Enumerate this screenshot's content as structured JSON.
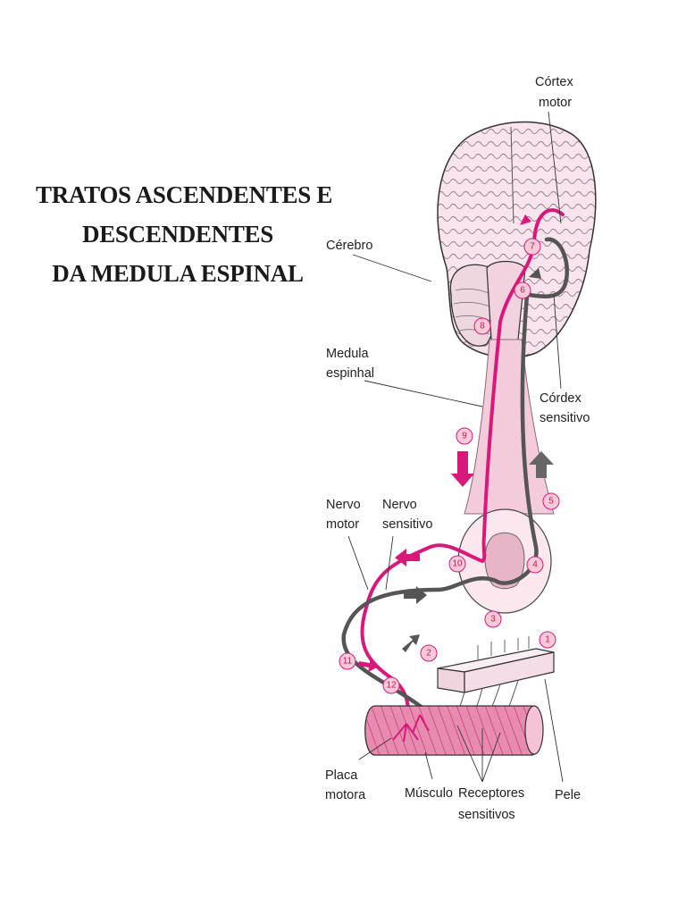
{
  "title": {
    "line1": "TRATOS ASCENDENTES E",
    "line2": "DESCENDENTES",
    "line3": "DA MEDULA ESPINAL"
  },
  "labels": {
    "cortex_motor": [
      "Córtex",
      "motor"
    ],
    "cerebro": [
      "Cérebro"
    ],
    "medula_espinhal": [
      "Medula",
      "espinhal"
    ],
    "cortex_sensitivo": [
      "Córdex",
      "sensitivo"
    ],
    "nervo_motor": [
      "Nervo",
      "motor"
    ],
    "nervo_sensitivo": [
      "Nervo",
      "sensitivo"
    ],
    "placa_motora": [
      "Placa",
      "motora"
    ],
    "musculo": [
      "Músculo"
    ],
    "receptores_sensitivos": [
      "Receptores",
      "sensitivos"
    ],
    "pele": [
      "Pele"
    ]
  },
  "markers": [
    "1",
    "2",
    "3",
    "4",
    "5",
    "6",
    "7",
    "8",
    "9",
    "10",
    "11",
    "12"
  ],
  "colors": {
    "motor_pathway": "#d8187a",
    "sensory_pathway": "#555555",
    "tissue_pink": "#f3c4d6",
    "muscle": "#e27aa4",
    "outline": "#333333",
    "marker_fill": "#f9c9d8"
  }
}
